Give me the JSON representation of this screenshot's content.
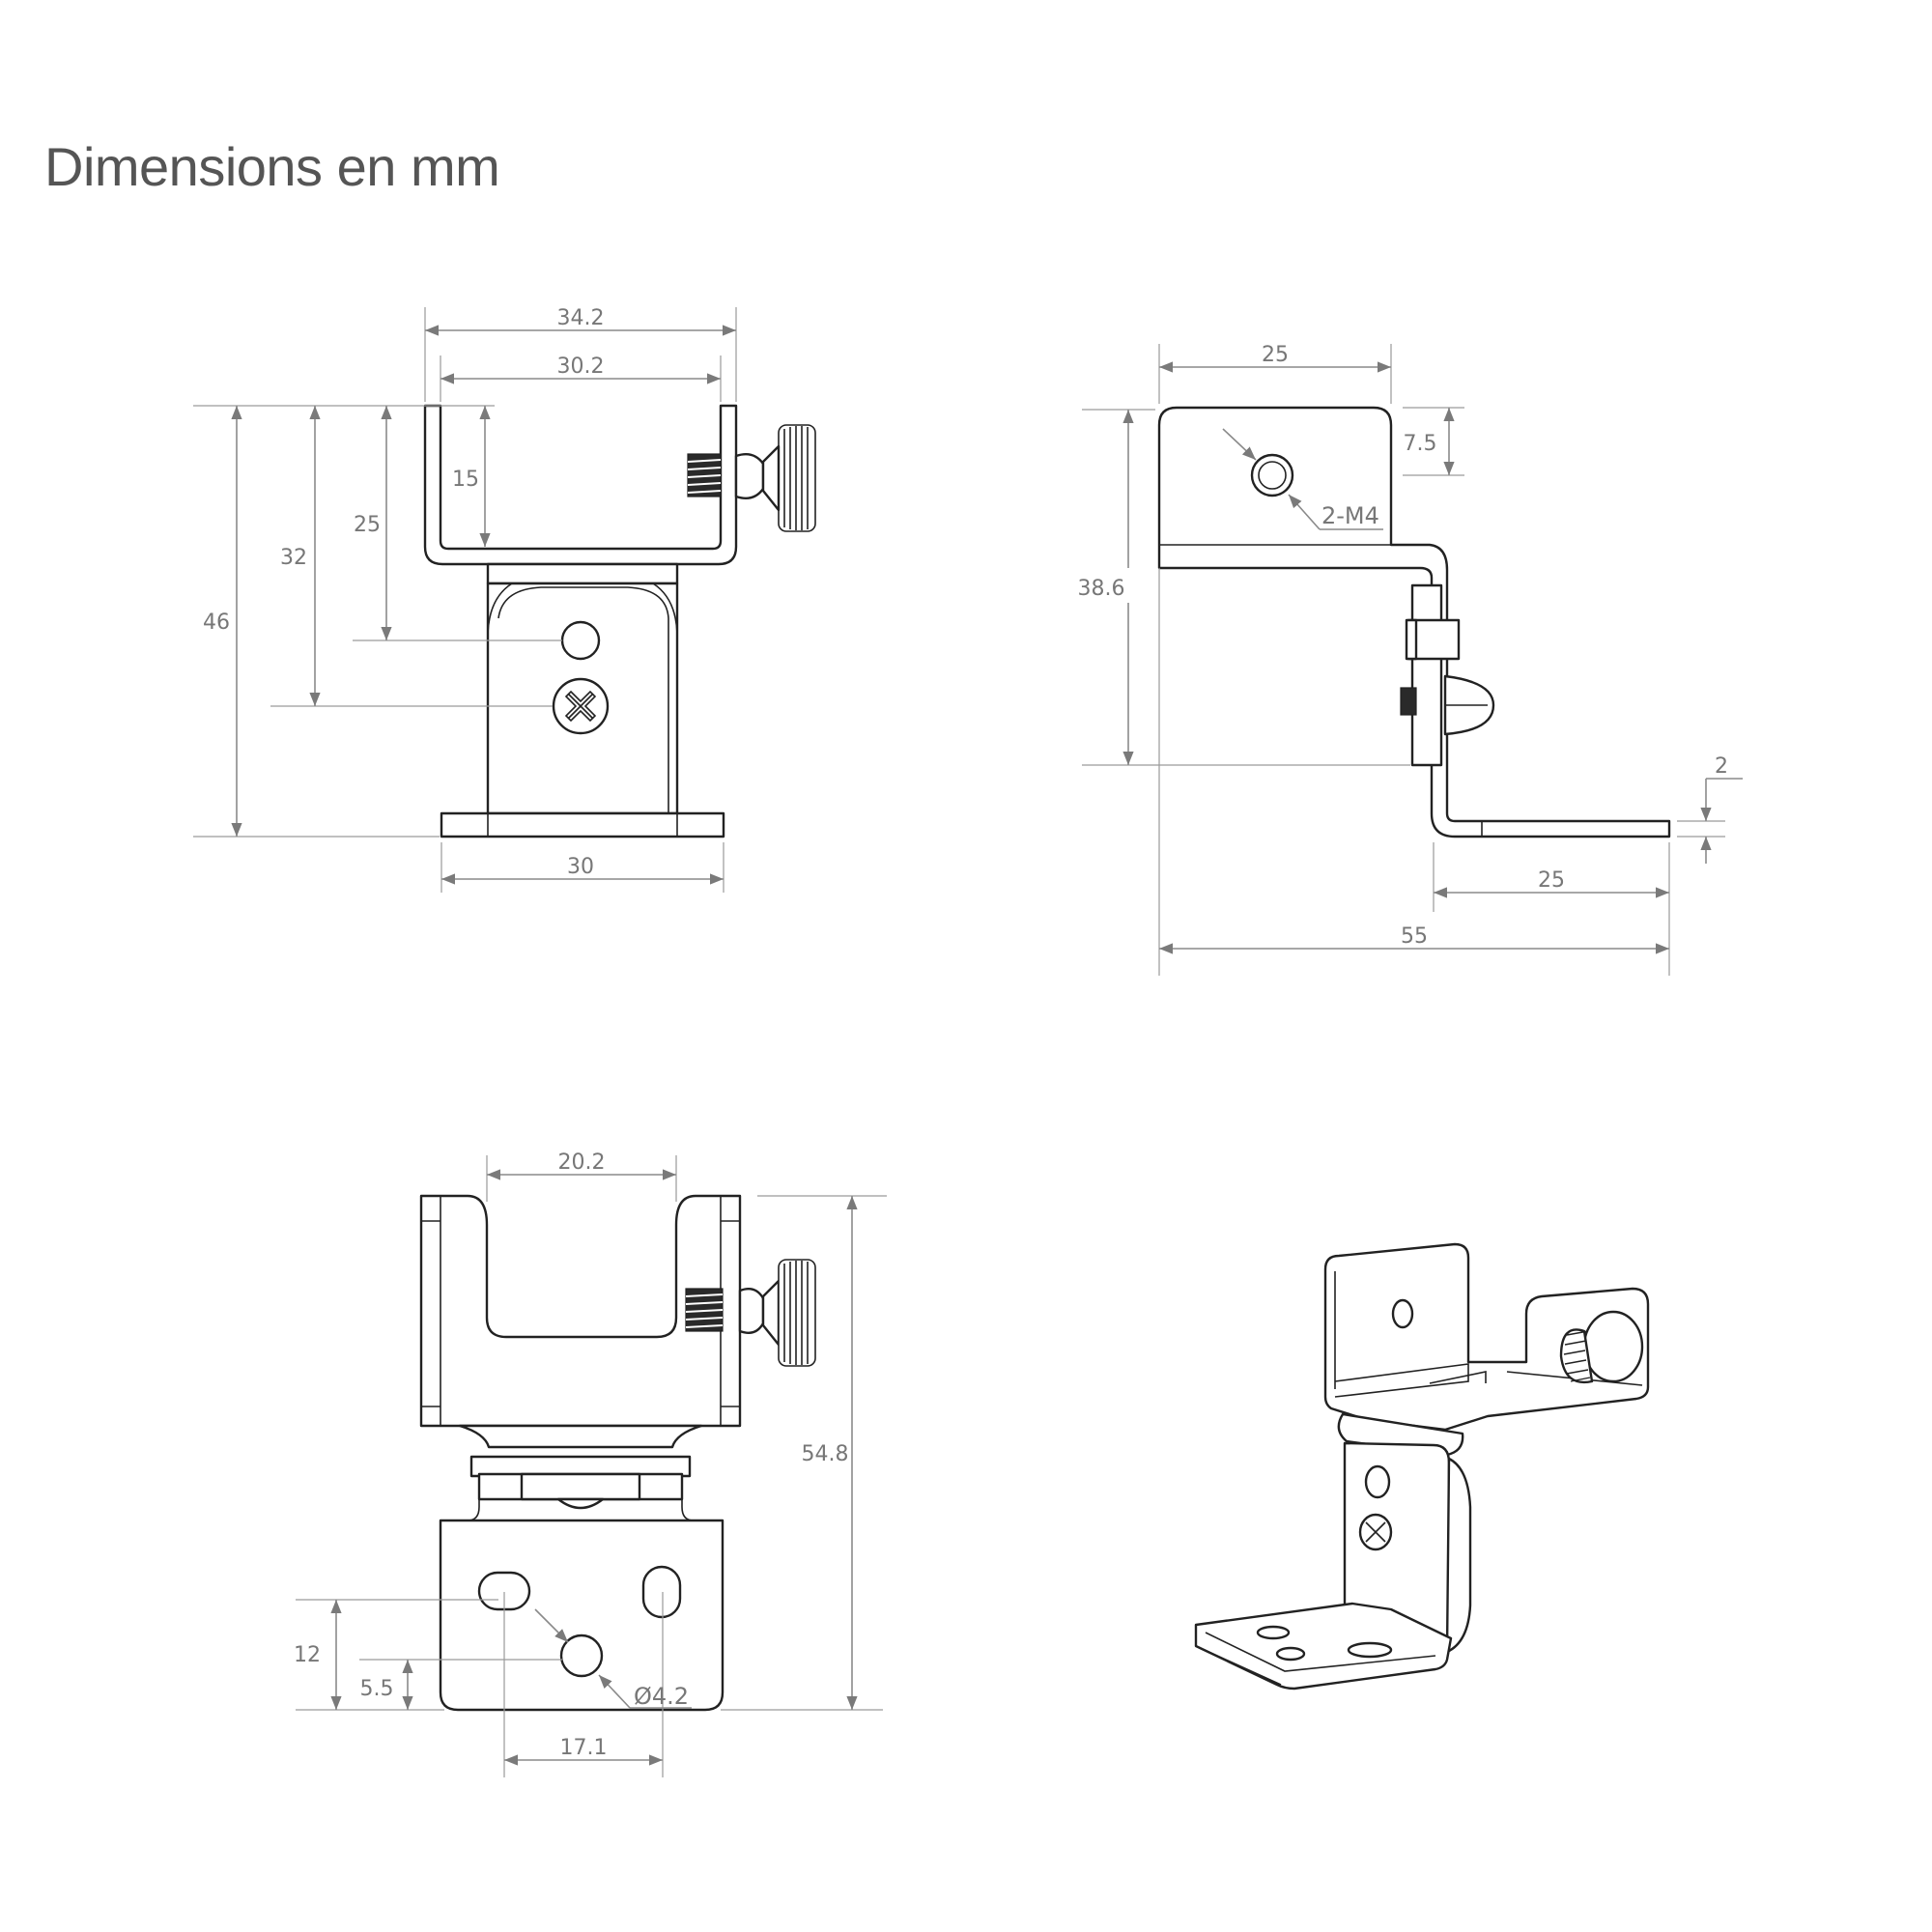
{
  "title": "Dimensions en mm",
  "front_view": {
    "dims": {
      "overall_width": "34.2",
      "inner_width": "30.2",
      "base_width": "30",
      "overall_height": "46",
      "screw_height": "32",
      "hole_height": "25",
      "slot_depth": "15"
    }
  },
  "side_view": {
    "dims": {
      "top_width": "25",
      "hole_offset": "7.5",
      "thread_note": "2-M4",
      "height": "38.6",
      "thickness": "2",
      "foot_length": "25",
      "overall_length": "55"
    }
  },
  "top_view": {
    "dims": {
      "slot_width": "20.2",
      "overall_height": "54.8",
      "slot_spacing": "17.1",
      "hole_height_upper": "12",
      "hole_height_lower": "5.5",
      "hole_diameter": "Ø4.2"
    }
  },
  "iso_view": {}
}
